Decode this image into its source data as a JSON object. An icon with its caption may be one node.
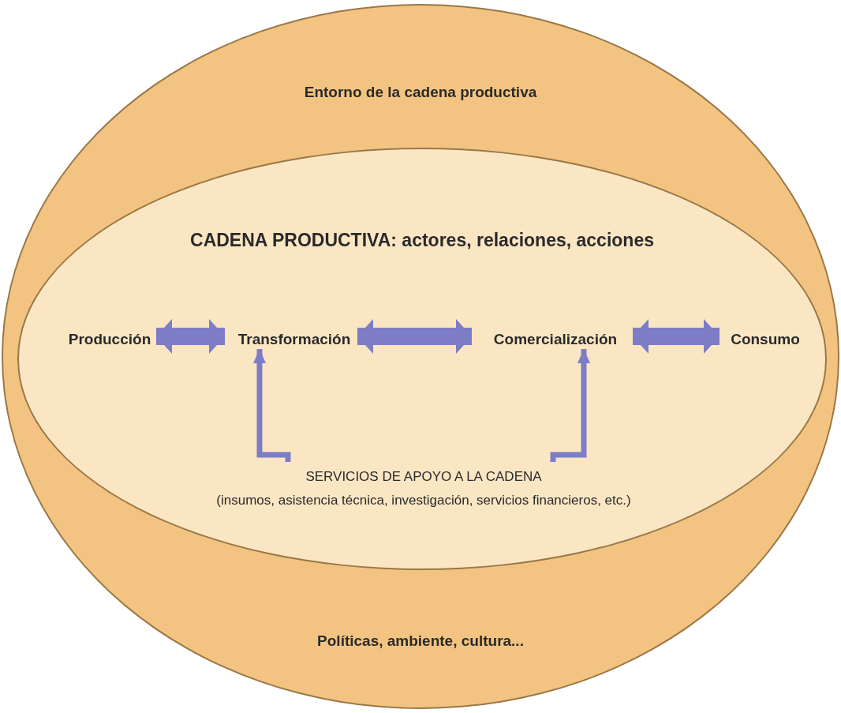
{
  "diagram": {
    "nodes": [
      {
        "text": [
          "Entorno de la cadena productiva",
          "Políticas, ambiente, cultura..."
        ]
      },
      {
        "text": [
          "CADENA PRODUCTIVA: actores, relaciones, acciones"
        ],
        "in": 0
      },
      {
        "text": [
          "Producción"
        ],
        "in": 1
      },
      {
        "text": [
          "Transformación"
        ],
        "in": 1
      },
      {
        "text": [
          "Comercialización"
        ],
        "in": 1
      },
      {
        "text": [
          "Consumo"
        ],
        "in": 1
      },
      {
        "text": [
          "SERVICIOS DE APOYO A LA CADENA",
          "(insumos, asistencia técnica, investigación, servicios financieros, etc.)"
        ],
        "in": 1
      }
    ],
    "edges": [
      {
        "from": 2,
        "to": 3,
        "arrow": "both"
      },
      {
        "from": 3,
        "to": 4,
        "arrow": "both"
      },
      {
        "from": 4,
        "to": 5,
        "arrow": "both"
      },
      {
        "from": 6,
        "to": 3,
        "arrow": "to"
      },
      {
        "from": 6,
        "to": 4,
        "arrow": "to"
      }
    ]
  }
}
